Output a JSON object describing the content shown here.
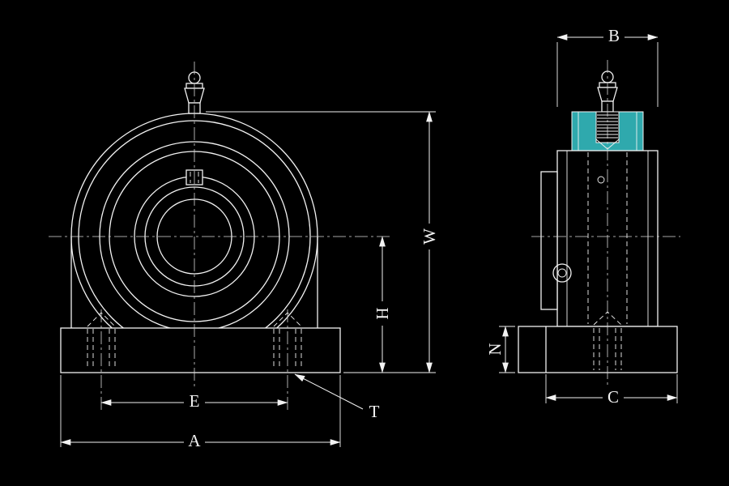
{
  "colors": {
    "background": "#000000",
    "line": "#f2f2f2",
    "highlight": "#2fa9ad"
  },
  "front_view": {
    "dim_overall_height": "W",
    "dim_center_height": "H",
    "dim_bolt_spacing": "E",
    "dim_base_length": "A",
    "dim_base_thickness": "T"
  },
  "side_view": {
    "dim_housing_width": "B",
    "dim_base_width": "C",
    "dim_base_height": "N"
  }
}
